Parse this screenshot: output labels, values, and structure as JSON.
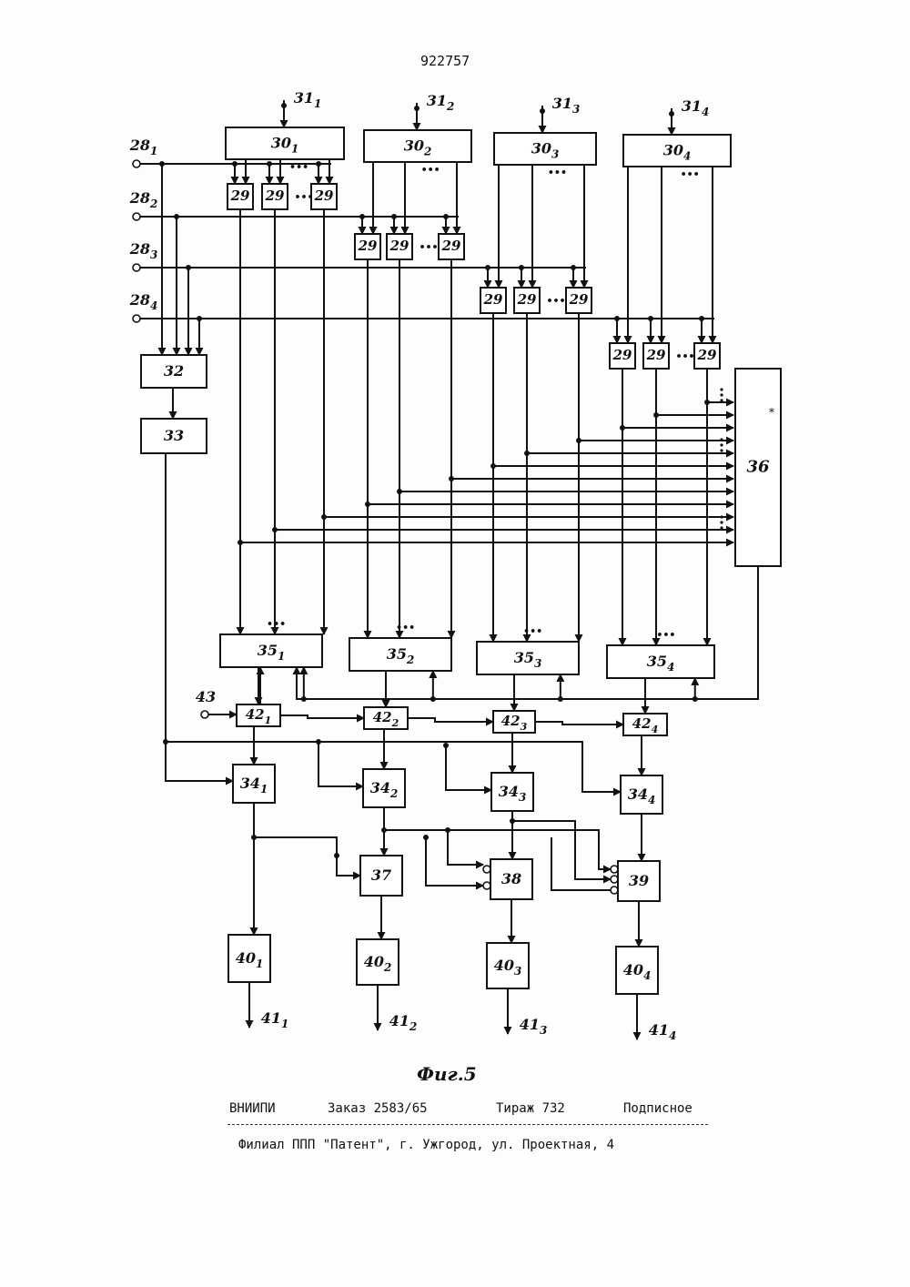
{
  "page_number": "922757",
  "figure_caption": "Фиг.5",
  "imprint": {
    "org": "ВНИИПИ",
    "order": "Заказ 2583/65",
    "print_run": "Тираж 732",
    "subscription": "Подписное",
    "branch": "Филиал ППП \"Патент\", г. Ужгород, ул. Проектная, 4"
  },
  "input_labels": {
    "in28": [
      [
        "28",
        "1"
      ],
      [
        "28",
        "2"
      ],
      [
        "28",
        "3"
      ],
      [
        "28",
        "4"
      ]
    ],
    "in31": [
      [
        "31",
        "1"
      ],
      [
        "31",
        "2"
      ],
      [
        "31",
        "3"
      ],
      [
        "31",
        "4"
      ]
    ],
    "in43": [
      [
        "43",
        ""
      ]
    ]
  },
  "output_labels": [
    [
      "41",
      "1"
    ],
    [
      "41",
      "2"
    ],
    [
      "41",
      "3"
    ],
    [
      "41",
      "4"
    ]
  ],
  "blocks": {
    "b30": [
      [
        "30",
        "1"
      ],
      [
        "30",
        "2"
      ],
      [
        "30",
        "3"
      ],
      [
        "30",
        "4"
      ]
    ],
    "b29": "29",
    "b32": "32",
    "b33": "33",
    "b36": "36",
    "b35": [
      [
        "35",
        "1"
      ],
      [
        "35",
        "2"
      ],
      [
        "35",
        "3"
      ],
      [
        "35",
        "4"
      ]
    ],
    "b42": [
      [
        "42",
        "1"
      ],
      [
        "42",
        "2"
      ],
      [
        "42",
        "3"
      ],
      [
        "42",
        "4"
      ]
    ],
    "b34": [
      [
        "34",
        "1"
      ],
      [
        "34",
        "2"
      ],
      [
        "34",
        "3"
      ],
      [
        "34",
        "4"
      ]
    ],
    "b37": "37",
    "b38": "38",
    "b39": "39",
    "b40": [
      [
        "40",
        "1"
      ],
      [
        "40",
        "2"
      ],
      [
        "40",
        "3"
      ],
      [
        "40",
        "4"
      ]
    ]
  },
  "ellipsis": "•••"
}
